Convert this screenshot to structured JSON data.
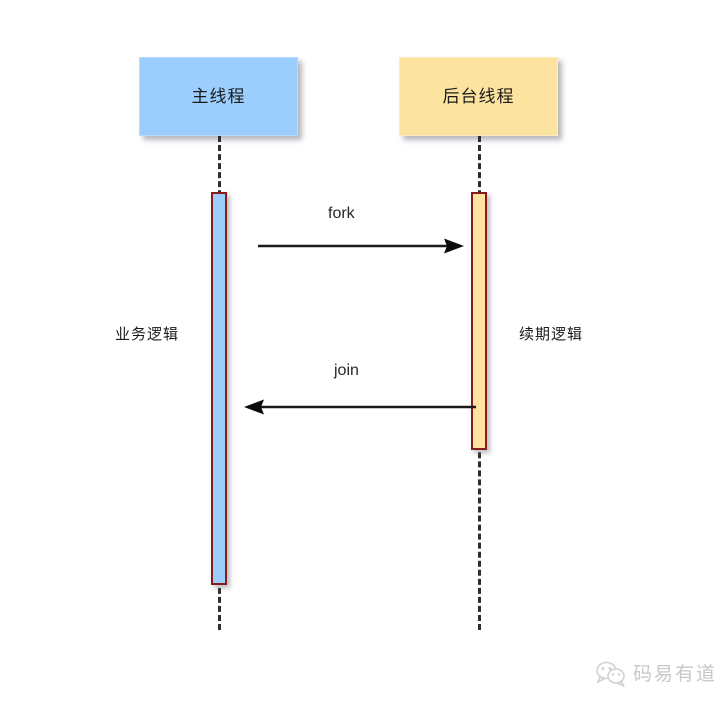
{
  "diagram": {
    "type": "uml-sequence-diagram",
    "background_color": "#ffffff",
    "participants": [
      {
        "id": "main-thread",
        "label": "主线程",
        "fill_color": "#9BCDFD",
        "border_color": "#b6dbff"
      },
      {
        "id": "background-thread",
        "label": "后台线程",
        "fill_color": "#FCE3A0",
        "border_color": "#fdecc0"
      }
    ],
    "activations": [
      {
        "id": "main-activation",
        "of": "main-thread",
        "fill_color": "#9BCDFD",
        "border_color": "#8B1A1A"
      },
      {
        "id": "background-activation",
        "of": "background-thread",
        "fill_color": "#FCE3A0",
        "border_color": "#8B1A1A"
      }
    ],
    "messages": [
      {
        "id": "fork-message",
        "label": "fork",
        "direction": "right",
        "from": "main-thread",
        "to": "background-thread",
        "line_color": "#1a1a1a"
      },
      {
        "id": "join-message",
        "label": "join",
        "direction": "left",
        "from": "background-thread",
        "to": "main-thread",
        "line_color": "#1a1a1a"
      }
    ],
    "notes": [
      {
        "id": "main-note",
        "label": "业务逻辑",
        "side": "left"
      },
      {
        "id": "background-note",
        "label": "续期逻辑",
        "side": "right"
      }
    ],
    "lifeline_color": "#2d2d2d"
  },
  "watermark": {
    "icon": "wechat-icon",
    "text": "码易有道"
  }
}
